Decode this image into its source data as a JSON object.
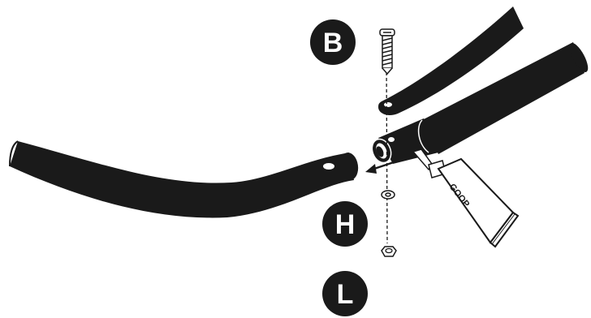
{
  "callouts": {
    "b": "B",
    "h": "H",
    "l": "L"
  },
  "glue_tube": {
    "label": "GOOP"
  },
  "colors": {
    "ink": "#1a1a1a",
    "paper": "#ffffff"
  }
}
